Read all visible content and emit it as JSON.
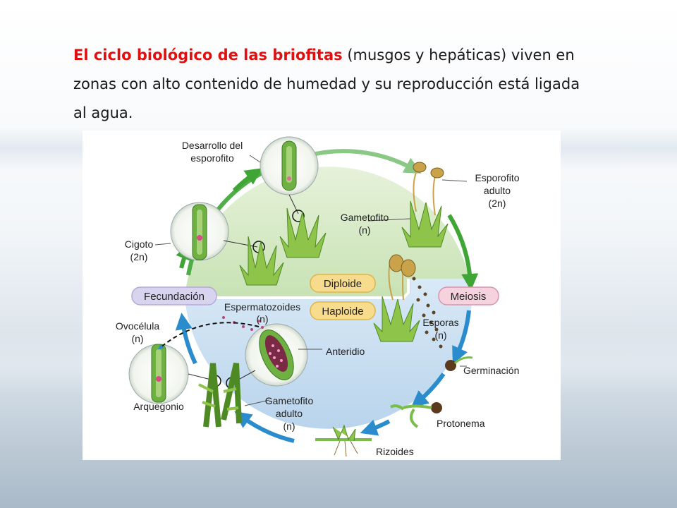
{
  "slide": {
    "title_highlight": "El ciclo biológico de las briofitas",
    "text_line1_rest": " (musgos y hepáticas) viven en",
    "text_line2": "zonas con alto contenido de humedad y su reproducción está ligada",
    "text_line3": "al agua."
  },
  "diagram": {
    "labels": {
      "desarrollo_1": "Desarrollo del",
      "desarrollo_2": "esporofito",
      "esporofito_1": "Esporofito",
      "esporofito_2": "adulto",
      "esporofito_3": "(2n)",
      "gametofito_1": "Gametofito",
      "gametofito_2": "(n)",
      "cigoto_1": "Cigoto",
      "cigoto_2": "(2n)",
      "fecundacion": "Fecundación",
      "diploide": "Diploide",
      "haploide": "Haploide",
      "meiosis": "Meiosis",
      "esperm_1": "Espermatozoides",
      "esperm_2": "(n)",
      "ovocelula_1": "Ovocélula",
      "ovocelula_2": "(n)",
      "esporas_1": "Esporas",
      "esporas_2": "(n)",
      "anteridio": "Anteridio",
      "germinacion": "Germinación",
      "arquegonio": "Arquegonio",
      "gam_adulto_1": "Gametofito",
      "gam_adulto_2": "adulto",
      "gam_adulto_3": "(n)",
      "protonema": "Protonema",
      "rizoides": "Rizoides"
    },
    "colors": {
      "diploid_zone": "#cfe6bf",
      "haploid_zone": "#cde0f0",
      "green_arrow": "#3fa535",
      "blue_arrow": "#2a8ccc",
      "fecundacion_pill": "#d8d4ef",
      "meiosis_pill": "#f6d2de",
      "ploidy_pill": "#f8dc8e"
    }
  }
}
